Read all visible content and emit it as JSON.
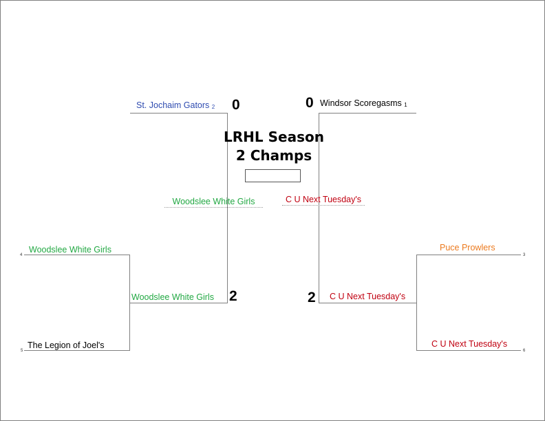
{
  "title": "LRHL Season 2 Champs",
  "colors": {
    "green": "#22a843",
    "red": "#c00010",
    "blue": "#2e4bb0",
    "orange": "#ec7a1e",
    "black": "#000000"
  },
  "final": {
    "left_team": "Woodslee White Girls",
    "right_team": "C U Next Tuesday's",
    "champion": ""
  },
  "semifinals": {
    "top_left": {
      "team": "St. Jochaim Gators",
      "seed": "2",
      "score": "0"
    },
    "top_right": {
      "team": "Windsor Scoregasms",
      "seed": "1",
      "score": "0"
    },
    "bottom_left": {
      "team": "Woodslee White Girls",
      "score": "2"
    },
    "bottom_right": {
      "team": "C U Next Tuesday's",
      "score": "2"
    }
  },
  "quarterfinals": {
    "left": [
      {
        "team": "Woodslee White Girls",
        "seed": "4"
      },
      {
        "team": "The Legion of Joel's",
        "seed": "5"
      }
    ],
    "right": [
      {
        "team": "Puce Prowlers",
        "seed": "3"
      },
      {
        "team": "C U Next Tuesday's",
        "seed": "6"
      }
    ]
  }
}
